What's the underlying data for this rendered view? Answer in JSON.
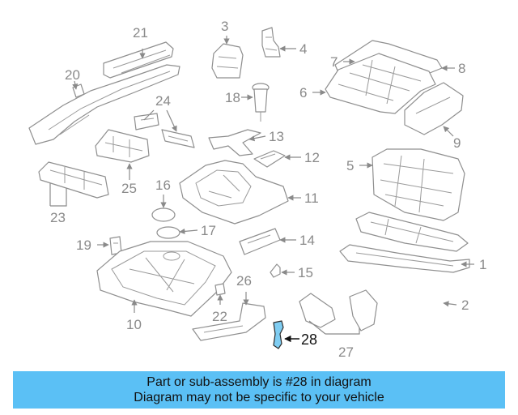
{
  "callouts": [
    "1",
    "2",
    "3",
    "4",
    "5",
    "6",
    "7",
    "8",
    "9",
    "10",
    "11",
    "12",
    "13",
    "14",
    "15",
    "16",
    "17",
    "18",
    "19",
    "20",
    "21",
    "22",
    "23",
    "24",
    "25",
    "26",
    "27",
    "28"
  ],
  "highlighted_part": "28",
  "colors": {
    "banner": "#5bc0f5",
    "highlight": "#4bb3e6",
    "line": "#8f8f8f"
  },
  "banner": {
    "line1": "Part or sub-assembly is #28 in diagram",
    "line2": "Diagram may not be specific to your vehicle"
  }
}
